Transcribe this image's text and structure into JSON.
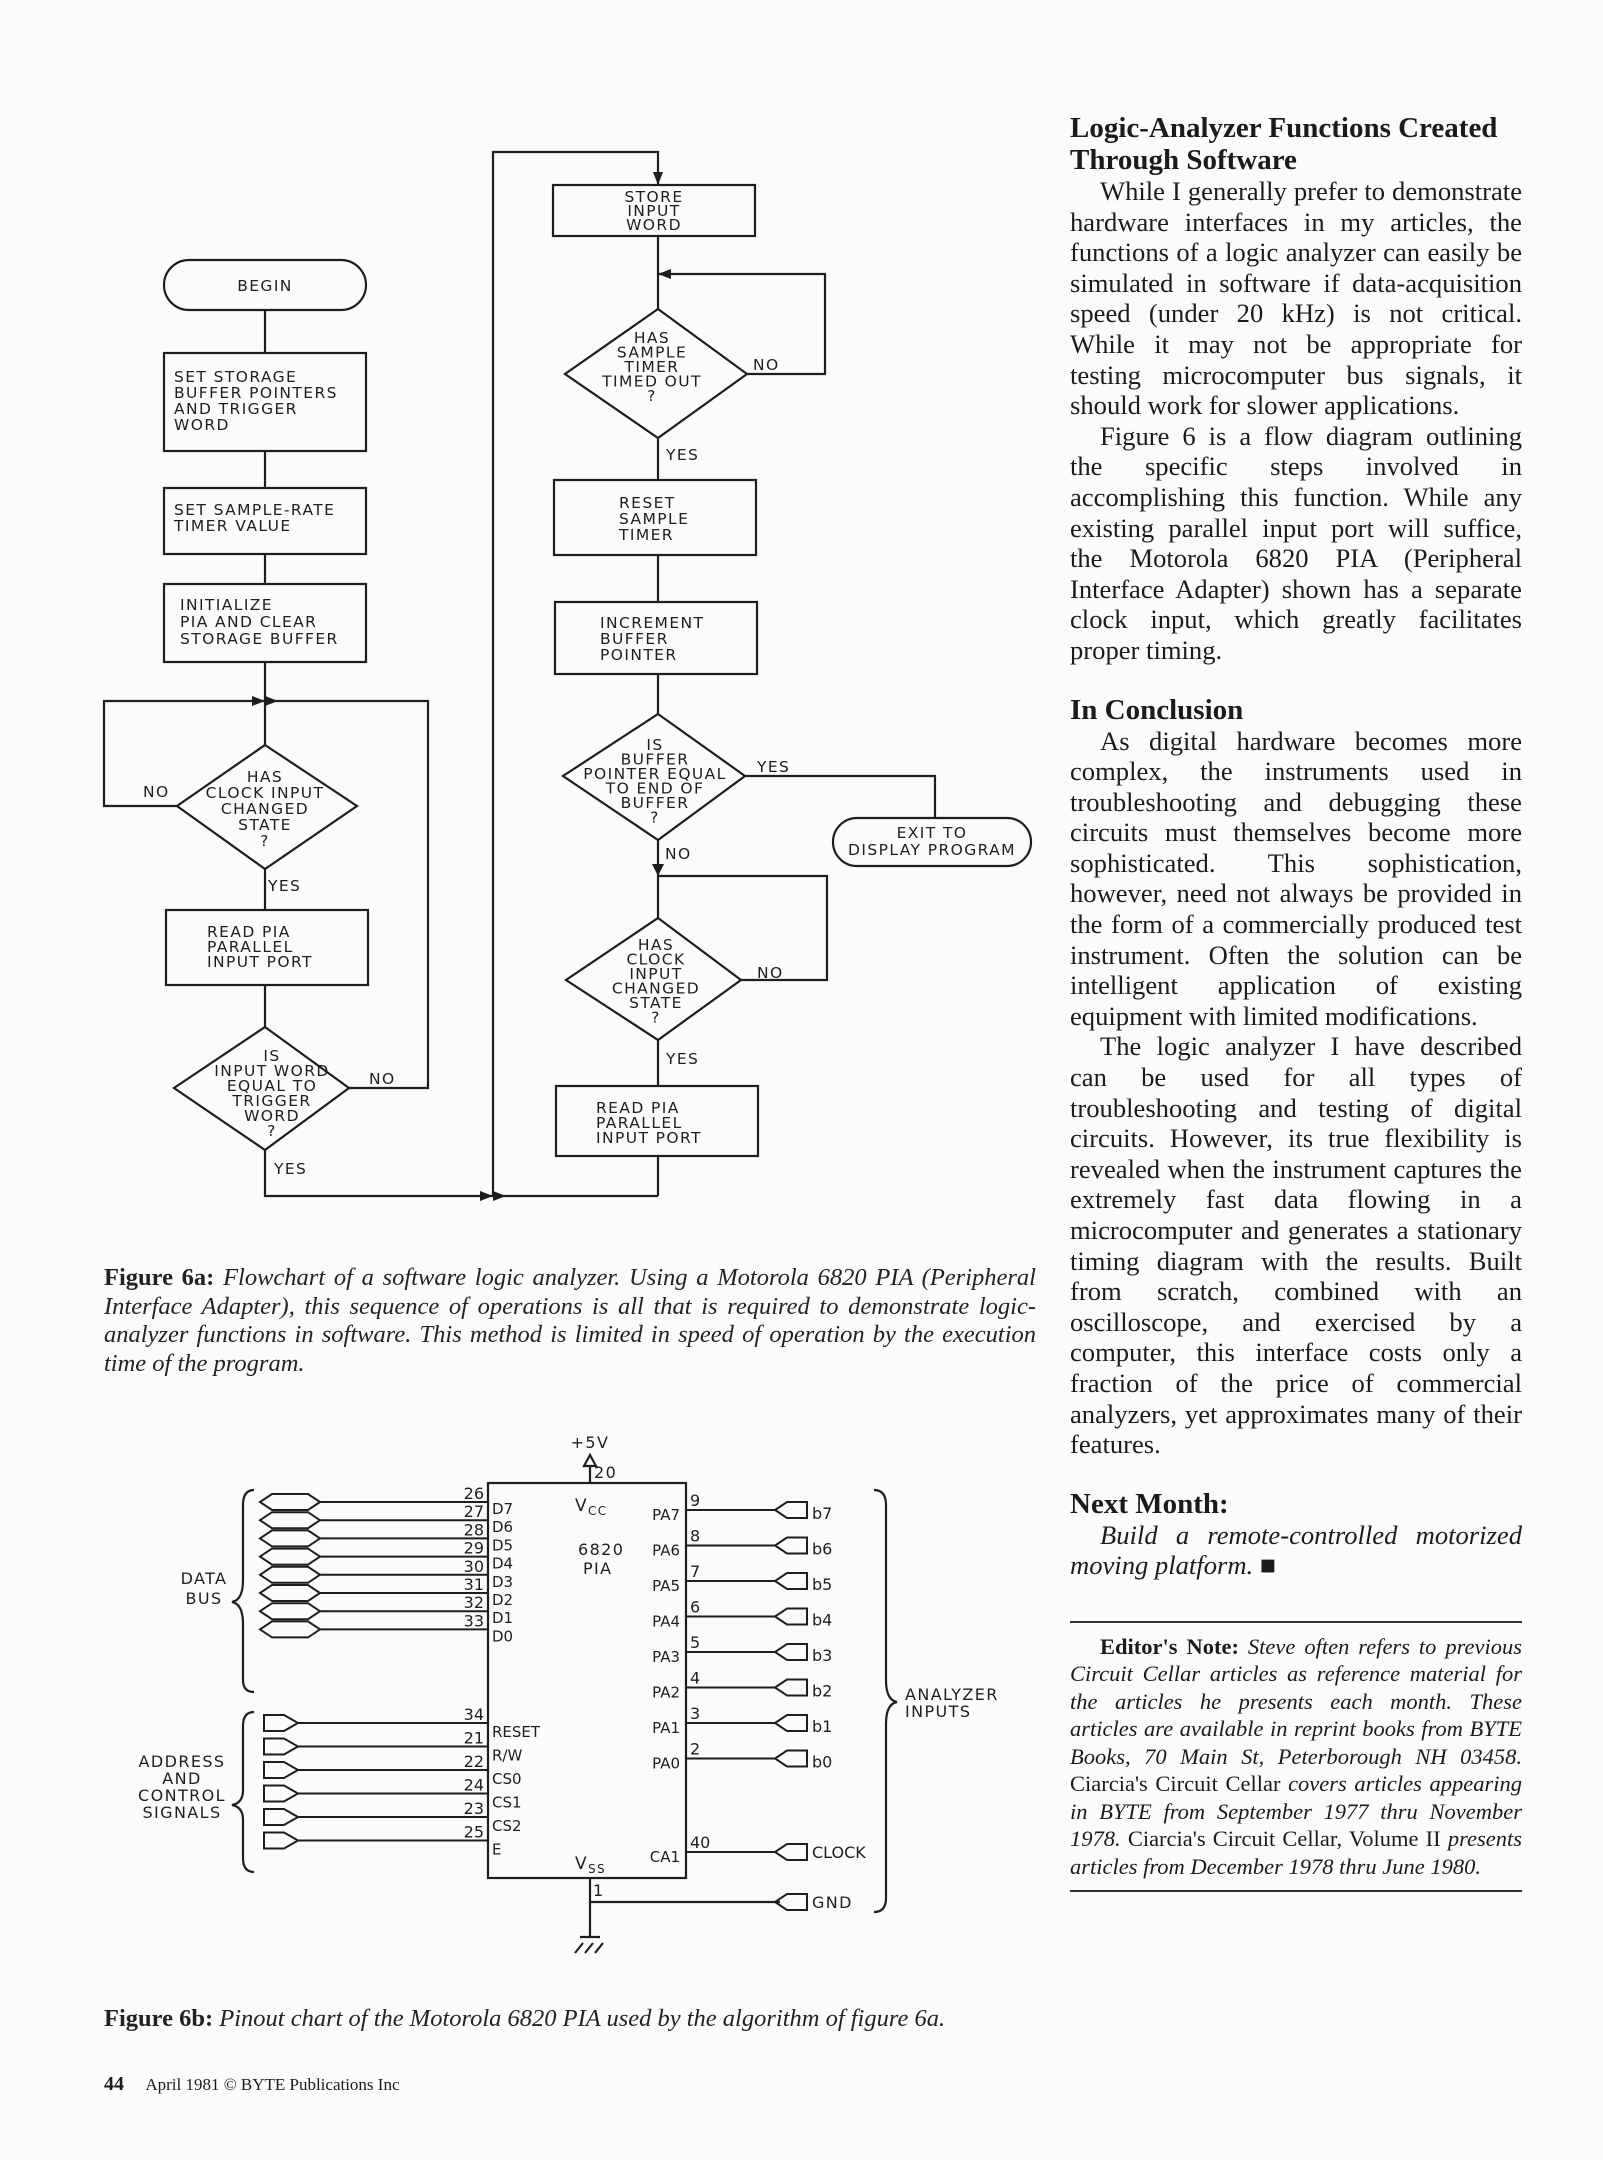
{
  "flowchart": {
    "left": {
      "begin": "BEGIN",
      "set_storage": [
        "SET STORAGE",
        "BUFFER POINTERS",
        "AND TRIGGER",
        "WORD"
      ],
      "set_sample": [
        "SET SAMPLE-RATE",
        "TIMER VALUE"
      ],
      "initialize": [
        "INITIALIZE",
        "PIA AND CLEAR",
        "STORAGE BUFFER"
      ],
      "clock_decision": [
        "HAS",
        "CLOCK INPUT",
        "CHANGED",
        "STATE",
        "?"
      ],
      "read_pia": [
        "READ PIA",
        "PARALLEL",
        "INPUT PORT"
      ],
      "trigger_decision": [
        "IS",
        "INPUT WORD",
        "EQUAL TO",
        "TRIGGER",
        "WORD",
        "?"
      ]
    },
    "right": {
      "store": [
        "STORE",
        "INPUT",
        "WORD"
      ],
      "timer_decision": [
        "HAS",
        "SAMPLE",
        "TIMER",
        "TIMED OUT",
        "?"
      ],
      "reset": [
        "RESET",
        "SAMPLE",
        "TIMER"
      ],
      "increment": [
        "INCREMENT",
        "BUFFER",
        "POINTER"
      ],
      "buffer_decision": [
        "IS",
        "BUFFER",
        "POINTER EQUAL",
        "TO END OF",
        "BUFFER",
        "?"
      ],
      "exit": [
        "EXIT TO",
        "DISPLAY PROGRAM"
      ],
      "clock_decision": [
        "HAS",
        "CLOCK",
        "INPUT",
        "CHANGED",
        "STATE",
        "?"
      ],
      "read_pia": [
        "READ PIA",
        "PARALLEL",
        "INPUT PORT"
      ]
    },
    "yes": "YES",
    "no": "NO"
  },
  "caption_6a": {
    "label": "Figure 6a:",
    "text": "Flowchart of a software logic analyzer. Using a Motorola 6820 PIA (Peripheral Interface Adapter), this sequence of operations is all that is required to demonstrate logic-analyzer functions in software. This method is limited in speed of operation by the execution time of the program."
  },
  "pinout": {
    "chip_name": "6820",
    "chip_sub": "PIA",
    "vcc_label": "+5V",
    "vcc_pin": "20",
    "vss_pin": "1",
    "data_bus_label": [
      "DATA",
      "BUS"
    ],
    "address_label": [
      "ADDRESS",
      "AND",
      "CONTROL",
      "SIGNALS"
    ],
    "analyzer_label": [
      "ANALYZER",
      "INPUTS"
    ],
    "data_pins": [
      {
        "num": "26",
        "name": "D7"
      },
      {
        "num": "27",
        "name": "D6"
      },
      {
        "num": "28",
        "name": "D5"
      },
      {
        "num": "29",
        "name": "D4"
      },
      {
        "num": "30",
        "name": "D3"
      },
      {
        "num": "31",
        "name": "D2"
      },
      {
        "num": "32",
        "name": "D1"
      },
      {
        "num": "33",
        "name": "D0"
      }
    ],
    "control_pins": [
      {
        "num": "34",
        "name": "RESET"
      },
      {
        "num": "21",
        "name": "R/W"
      },
      {
        "num": "22",
        "name": "CS0"
      },
      {
        "num": "24",
        "name": "CS1"
      },
      {
        "num": "23",
        "name": "CS2"
      },
      {
        "num": "25",
        "name": "E"
      }
    ],
    "port_pins": [
      {
        "num": "9",
        "name": "PA7",
        "bit": "b7"
      },
      {
        "num": "8",
        "name": "PA6",
        "bit": "b6"
      },
      {
        "num": "7",
        "name": "PA5",
        "bit": "b5"
      },
      {
        "num": "6",
        "name": "PA4",
        "bit": "b4"
      },
      {
        "num": "5",
        "name": "PA3",
        "bit": "b3"
      },
      {
        "num": "4",
        "name": "PA2",
        "bit": "b2"
      },
      {
        "num": "3",
        "name": "PA1",
        "bit": "b1"
      },
      {
        "num": "2",
        "name": "PA0",
        "bit": "b0"
      }
    ],
    "clock_pin": {
      "num": "40",
      "name": "CA1",
      "label": "CLOCK"
    },
    "gnd_label": "GND"
  },
  "caption_6b": {
    "label": "Figure 6b:",
    "text": "Pinout chart of the Motorola 6820 PIA used by the algorithm of figure 6a."
  },
  "article": {
    "heading1": "Logic-Analyzer Functions Created Through Software",
    "para1": "While I generally prefer to demonstrate hardware interfaces in my articles, the functions of a logic analyzer can easily be simulated in software if data-acquisition speed (under 20 kHz) is not critical. While it may not be appropriate for testing microcomputer bus signals, it should work for slower applications.",
    "para2": "Figure 6 is a flow diagram outlining the specific steps involved in accomplishing this function. While any existing parallel input port will suffice, the Motorola 6820 PIA (Peripheral Interface Adapter) shown has a separate clock input, which greatly facilitates proper timing.",
    "heading2": "In Conclusion",
    "para3": "As digital hardware becomes more complex, the instruments used in troubleshooting and debugging these circuits must themselves become more sophisticated. This sophistication, however, need not always be provided in the form of a commercially produced test instrument. Often the solution can be intelligent application of existing equipment with limited modifications.",
    "para4": "The logic analyzer I have described can be used for all types of troubleshooting and testing of digital circuits. However, its true flexibility is revealed when the instrument captures the extremely fast data flowing in a microcomputer and generates a stationary timing diagram with the results. Built from scratch, combined with an oscilloscope, and exercised by a computer, this interface costs only a fraction of the price of commercial analyzers, yet approximates many of their features.",
    "heading3": "Next Month:",
    "next_text": "Build a remote-controlled motorized moving platform. ■",
    "editor_label": "Editor's Note:",
    "editor_text1": "Steve often refers to previous Circuit Cellar articles as reference material for the articles he presents each month. These articles are available in reprint books from BYTE Books, 70 Main St, Peterborough NH 03458.",
    "editor_text2": "Ciarcia's Circuit Cellar",
    "editor_text3": "covers articles appearing in BYTE from September 1977 thru November 1978.",
    "editor_text4": "Ciarcia's Circuit Cellar, Volume II",
    "editor_text5": "presents articles from December 1978 thru June 1980."
  },
  "footer": {
    "page_number": "44",
    "text": "April 1981 © BYTE Publications Inc"
  }
}
